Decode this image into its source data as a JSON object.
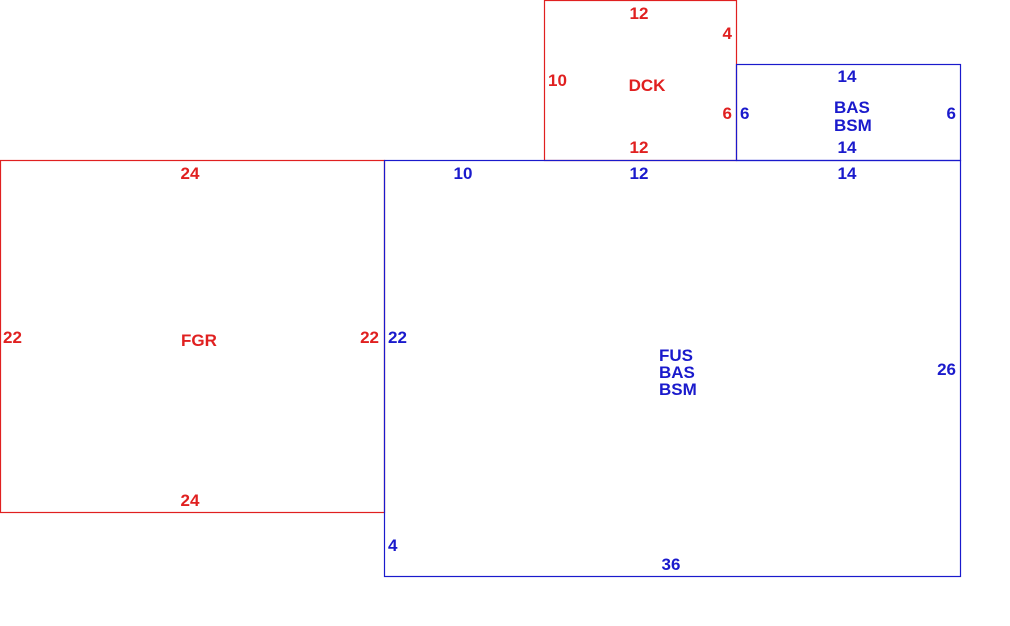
{
  "colors": {
    "red": "#e02020",
    "blue": "#1a1acc"
  },
  "areas": {
    "fgr": {
      "lines": [
        "FGR"
      ]
    },
    "dck": {
      "lines": [
        "DCK"
      ]
    },
    "bas_bsm": {
      "lines": [
        "BAS",
        "BSM"
      ]
    },
    "fus_bas_bsm": {
      "lines": [
        "FUS",
        "BAS",
        "BSM"
      ]
    }
  },
  "dims": {
    "fgr_top": "24",
    "fgr_bottom": "24",
    "fgr_left": "22",
    "fgr_right": "22",
    "dck_top": "12",
    "dck_bottom": "12",
    "dck_left": "10",
    "dck_right_upper": "4",
    "dck_right_lower": "6",
    "bas_top": "14",
    "bas_bottom": "14",
    "bas_left": "6",
    "bas_right": "6",
    "fus_top_a": "10",
    "fus_top_b": "12",
    "fus_top_c": "14",
    "fus_left_upper": "22",
    "fus_left_lower": "4",
    "fus_right": "26",
    "fus_bottom": "36"
  }
}
